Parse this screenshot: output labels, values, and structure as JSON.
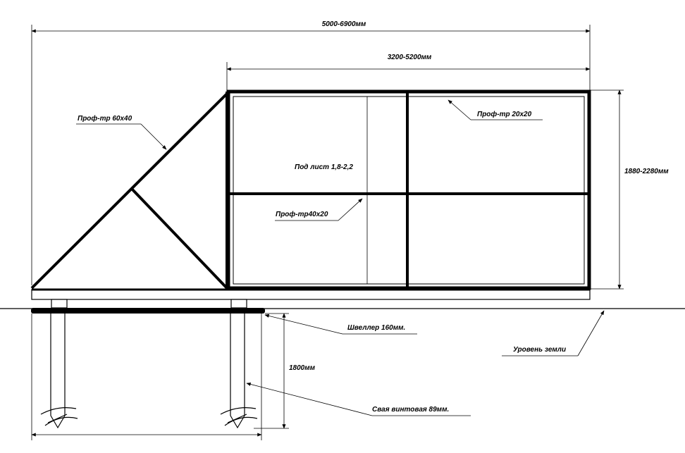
{
  "dimensions": {
    "overall_length": "5000-6900мм",
    "leaf_length": "3200-5200мм",
    "height": "1880-2280мм",
    "pile_depth": "1800мм"
  },
  "callouts": {
    "prof_60x40": "Проф-тр 60х40",
    "prof_20x20": "Проф-тр 20х20",
    "sheet": "Под лист 1,8-2,2",
    "prof_40x20": "Проф-тр40х20",
    "channel": "Швеллер 160мм.",
    "ground": "Уровень земли",
    "pile": "Свая винтовая 89мм."
  },
  "colors": {
    "line": "#000000",
    "background": "#ffffff"
  }
}
